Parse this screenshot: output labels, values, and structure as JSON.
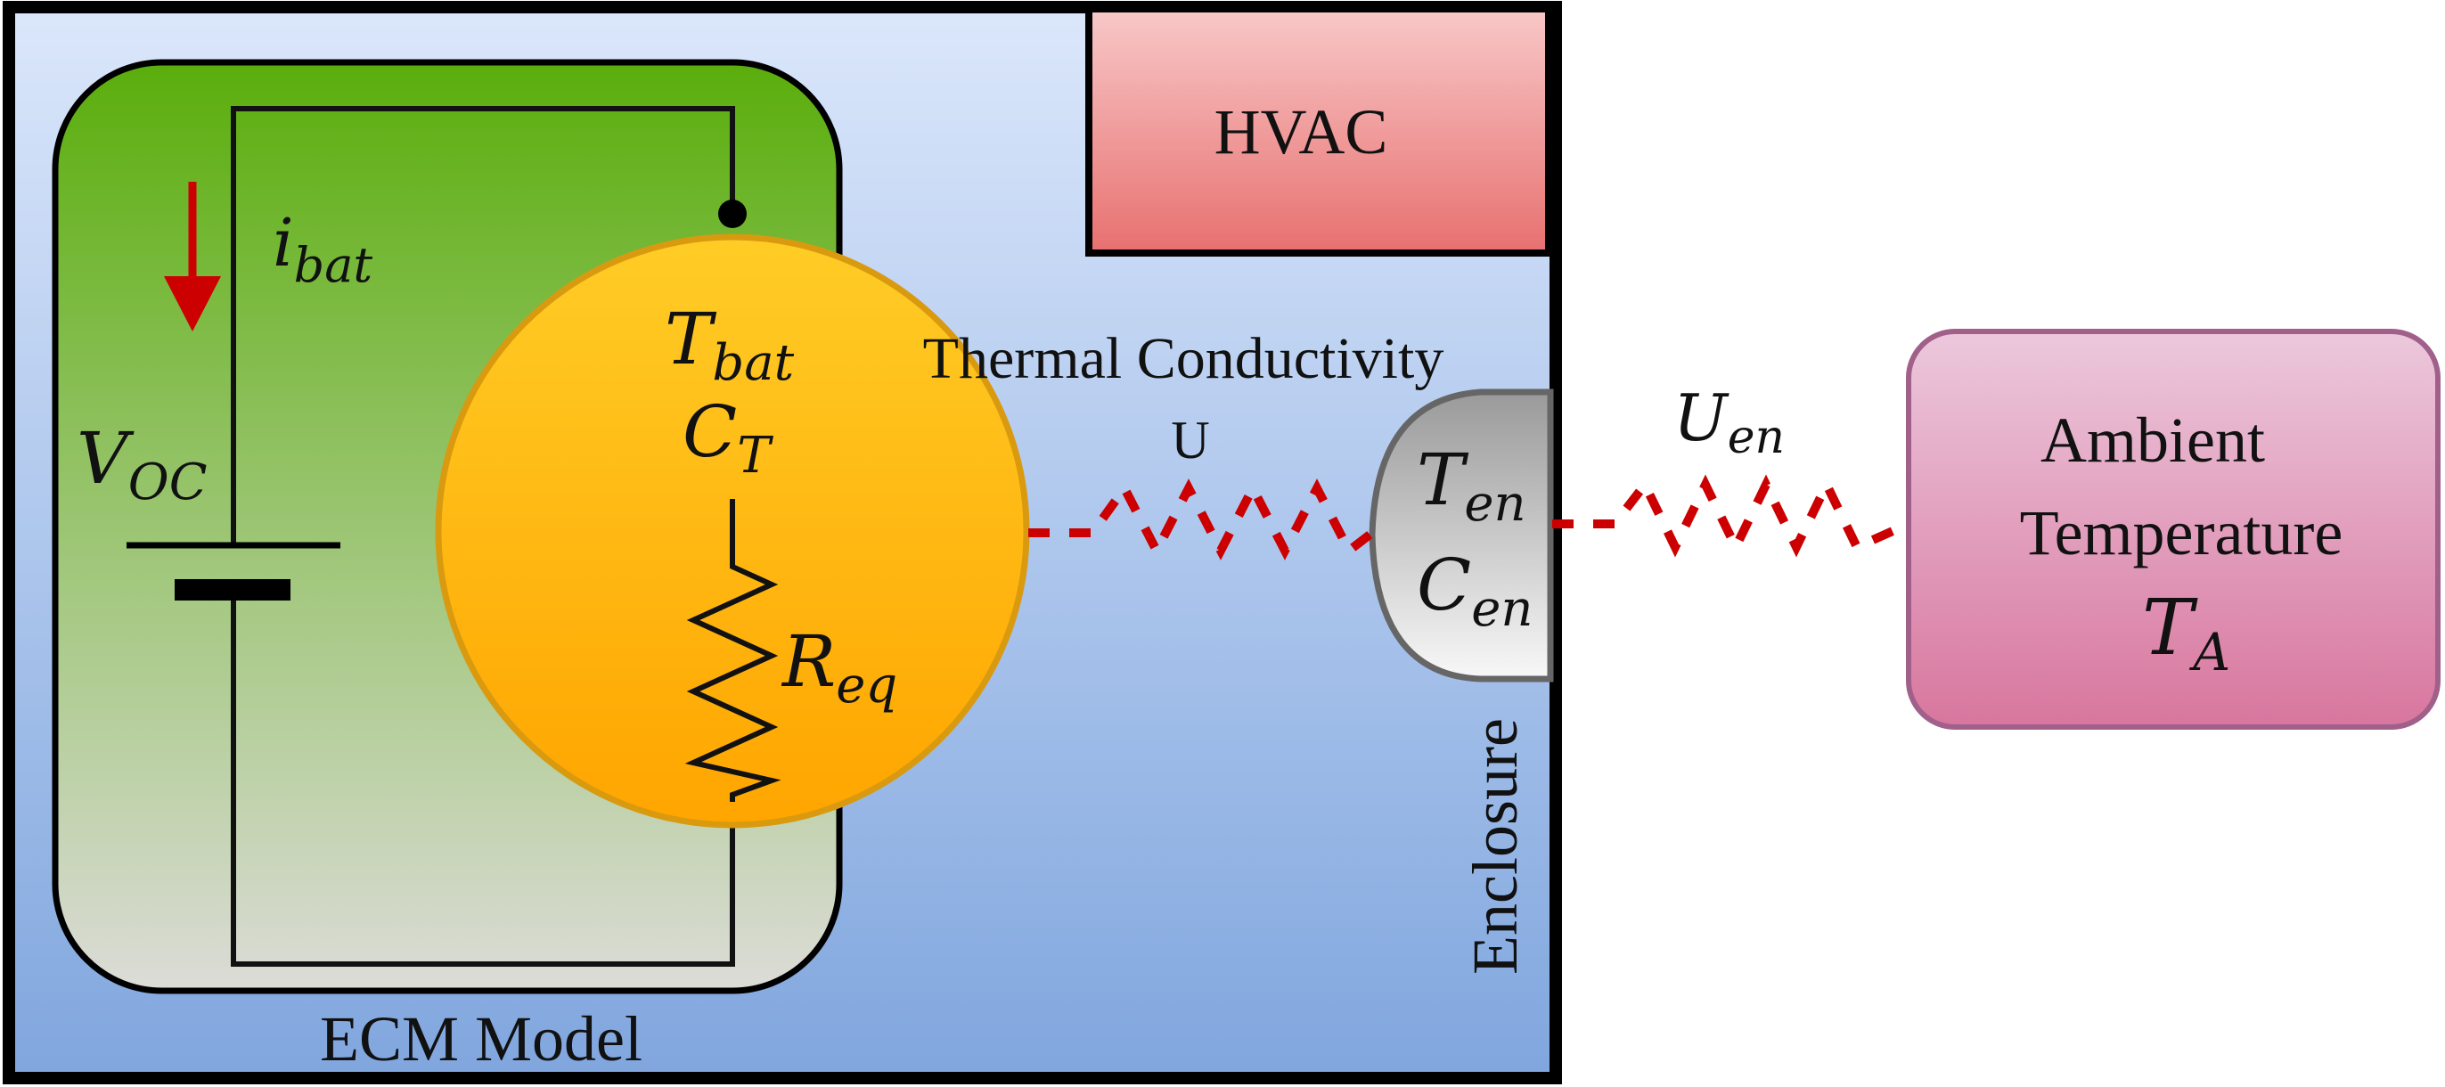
{
  "labels": {
    "hvac": "HVAC",
    "ecm_model": "ECM Model",
    "enclosure": "Enclosure",
    "thermal_conductivity": "Thermal Conductivity",
    "u": "U",
    "ambient_line1": "Ambient",
    "ambient_line2": "Temperature"
  },
  "math": {
    "i_bat": {
      "base": "i",
      "sub": "bat"
    },
    "v_oc": {
      "base": "V",
      "sub": "OC"
    },
    "t_bat": {
      "base": "T",
      "sub": "bat"
    },
    "c_t": {
      "base": "C",
      "sub": "T"
    },
    "r_eq": {
      "base": "R",
      "sub": "eq"
    },
    "t_en": {
      "base": "T",
      "sub": "en"
    },
    "c_en": {
      "base": "C",
      "sub": "en"
    },
    "u_en": {
      "base": "U",
      "sub": "en"
    },
    "t_a": {
      "base": "T",
      "sub": "A"
    }
  },
  "colors": {
    "enclosure_top": "#dbe7fb",
    "enclosure_bottom": "#80a6de",
    "ecm_top": "#5aae0c",
    "ecm_bottom": "#dcdcd8",
    "battery_top": "#ffcc26",
    "battery_bottom": "#ffa500",
    "battery_stroke": "#d99a10",
    "hvac_top": "#f8c8c8",
    "hvac_bottom": "#e87070",
    "ambient_top": "#ecc8dc",
    "ambient_bottom": "#d8769e",
    "ambient_stroke": "#a0608a",
    "enclosure_node_top": "#9a9a9a",
    "enclosure_node_bottom": "#f8f8f8",
    "heat_link": "#cc0000",
    "current_arrow": "#cc0000"
  }
}
